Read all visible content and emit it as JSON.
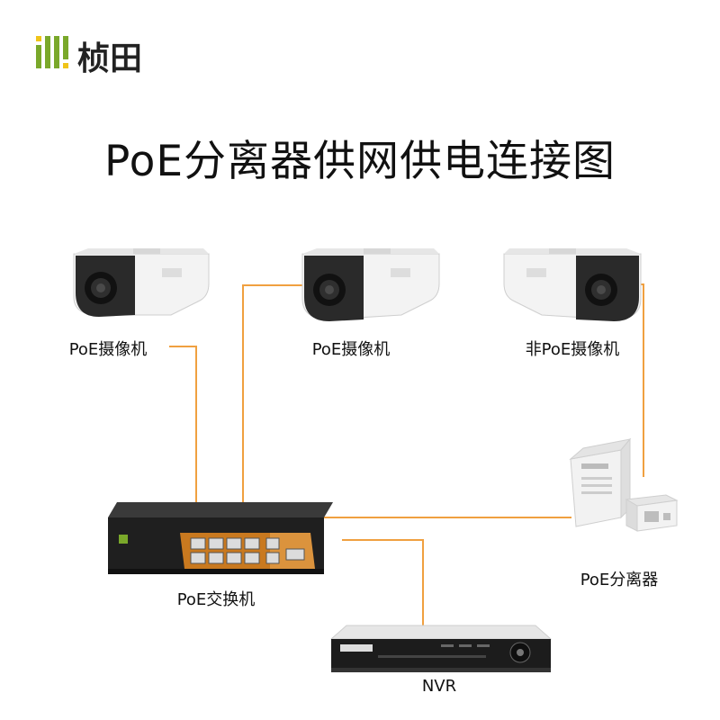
{
  "brand": {
    "name": "桢田"
  },
  "title": "PoE分离器供网供电连接图",
  "devices": {
    "camera1": "PoE摄像机",
    "camera2": "PoE摄像机",
    "camera3": "非PoE摄像机",
    "switch": "PoE交换机",
    "splitter": "PoE分离器",
    "nvr": "NVR"
  },
  "colors": {
    "cable": "#f0a040",
    "cable_dark": "#666666",
    "accent_green": "#7aa82a",
    "port_orange": "#e88a20"
  }
}
